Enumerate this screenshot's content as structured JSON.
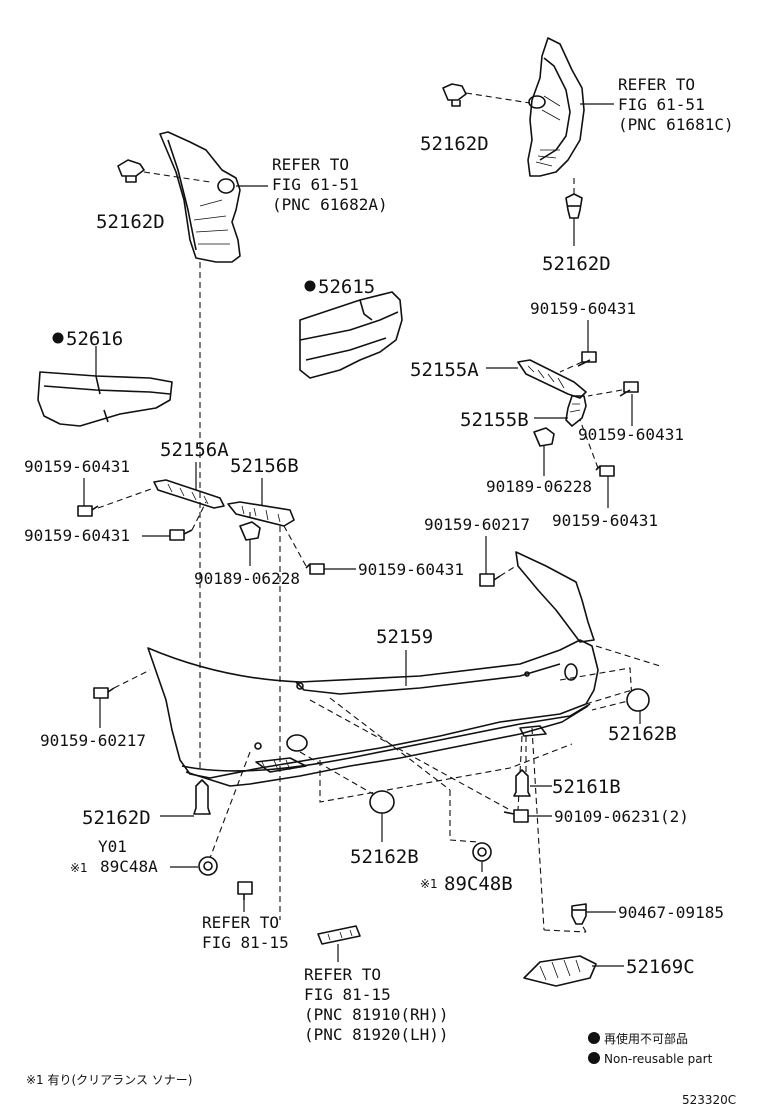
{
  "callouts": {
    "ref_top_right": [
      "REFER TO",
      "FIG 61-51",
      "(PNC 61681C)"
    ],
    "ref_top_left": [
      "REFER TO",
      "FIG 61-51",
      "(PNC 61682A)"
    ],
    "clip_52162d_a": "52162D",
    "clip_52162d_b": "52162D",
    "clip_52162d_c": "52162D",
    "clip_52162d_d": "52162D",
    "absorber_52615": "52615",
    "absorber_52616": "52616",
    "bolt_90159_60431_a": "90159-60431",
    "bracket_52155a": "52155A",
    "bracket_52155b": "52155B",
    "bolt_90159_60431_b": "90159-60431",
    "clip_90189_06228_a": "90189-06228",
    "bolt_90159_60431_c": "90159-60431",
    "bracket_52156a": "52156A",
    "bracket_52156b": "52156B",
    "bolt_90159_60431_d": "90159-60431",
    "bolt_90159_60431_e": "90159-60431",
    "clip_90189_06228_b": "90189-06228",
    "bolt_90159_60431_f": "90159-60431",
    "bolt_90159_60217_a": "90159-60217",
    "bumper_cover_52159": "52159",
    "bolt_90159_60217_b": "90159-60217",
    "cap_52162b_a": "52162B",
    "clip_52161b": "52161B",
    "screw_90109_06231": "90109-06231(2)",
    "cap_52162b_b": "52162B",
    "sensor_y01": "Y01",
    "sensor_89c48a_mark": "※1",
    "sensor_89c48a": "89C48A",
    "sensor_89c48b_mark": "※1",
    "sensor_89c48b": "89C48B",
    "ref_fig_81_15_a": [
      "REFER TO",
      "FIG 81-15"
    ],
    "clip_90467_09185": "90467-09185",
    "ref_fig_81_15_b": [
      "REFER TO",
      "FIG 81-15",
      "(PNC 81910(RH))",
      "(PNC 81920(LH))"
    ],
    "cover_52169c": "52169C"
  },
  "legend": {
    "jp": "再使用不可部品",
    "en": "Non-reusable part"
  },
  "footnote": "※1 有り(クリアランス  ソナー)",
  "diagram_code": "523320C"
}
